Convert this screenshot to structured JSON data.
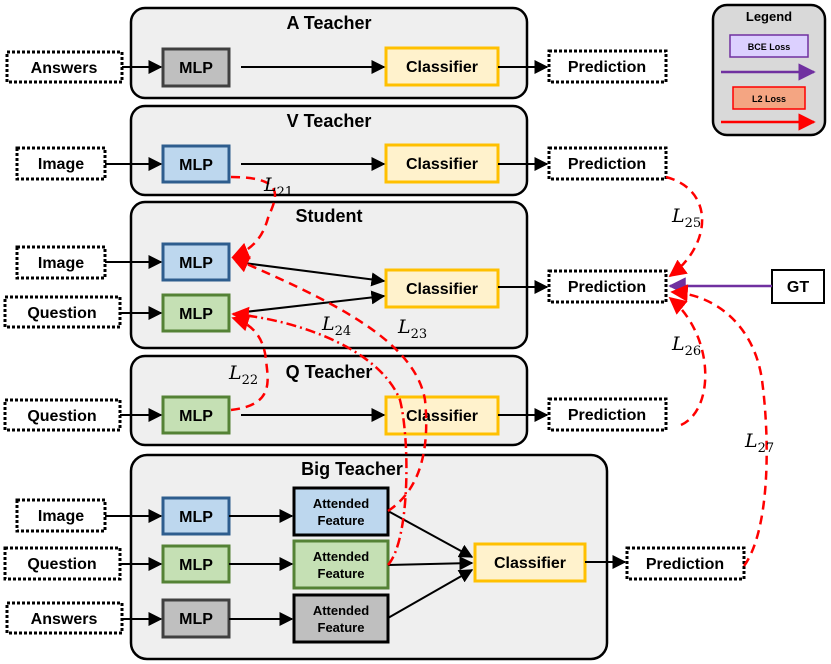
{
  "panels": {
    "a_teacher": "A Teacher",
    "v_teacher": "V Teacher",
    "student": "Student",
    "q_teacher": "Q Teacher",
    "big_teacher": "Big Teacher"
  },
  "inputs": {
    "answers": "Answers",
    "image": "Image",
    "question": "Question",
    "gt": "GT"
  },
  "blocks": {
    "mlp": "MLP",
    "classifier": "Classifier",
    "prediction": "Prediction",
    "attended_line1": "Attended",
    "attended_line2": "Feature"
  },
  "legend": {
    "title": "Legend",
    "bce": "BCE Loss",
    "l2": "L2 Loss"
  },
  "losses": {
    "l21": "21",
    "l22": "22",
    "l23": "23",
    "l24": "24",
    "l25": "25",
    "l26": "26",
    "l27": "27",
    "base": "L"
  },
  "colors": {
    "mlp_blue_fill": "#bdd7ee",
    "mlp_blue_stroke": "#2e5d8e",
    "mlp_green_fill": "#c5e0b4",
    "mlp_green_stroke": "#548235",
    "mlp_gray_fill": "#bfbfbf",
    "classifier_fill": "#fff2cc",
    "classifier_stroke": "#ffc000",
    "panel_fill": "#efefef",
    "legend_fill": "#d9d9d9",
    "bce_fill": "#dcd0ff",
    "bce_stroke": "#7030a0",
    "l2_fill": "#f4a582",
    "l2_stroke": "#ff0000",
    "loss_red": "#ff0000",
    "gt_purple": "#7030a0"
  }
}
